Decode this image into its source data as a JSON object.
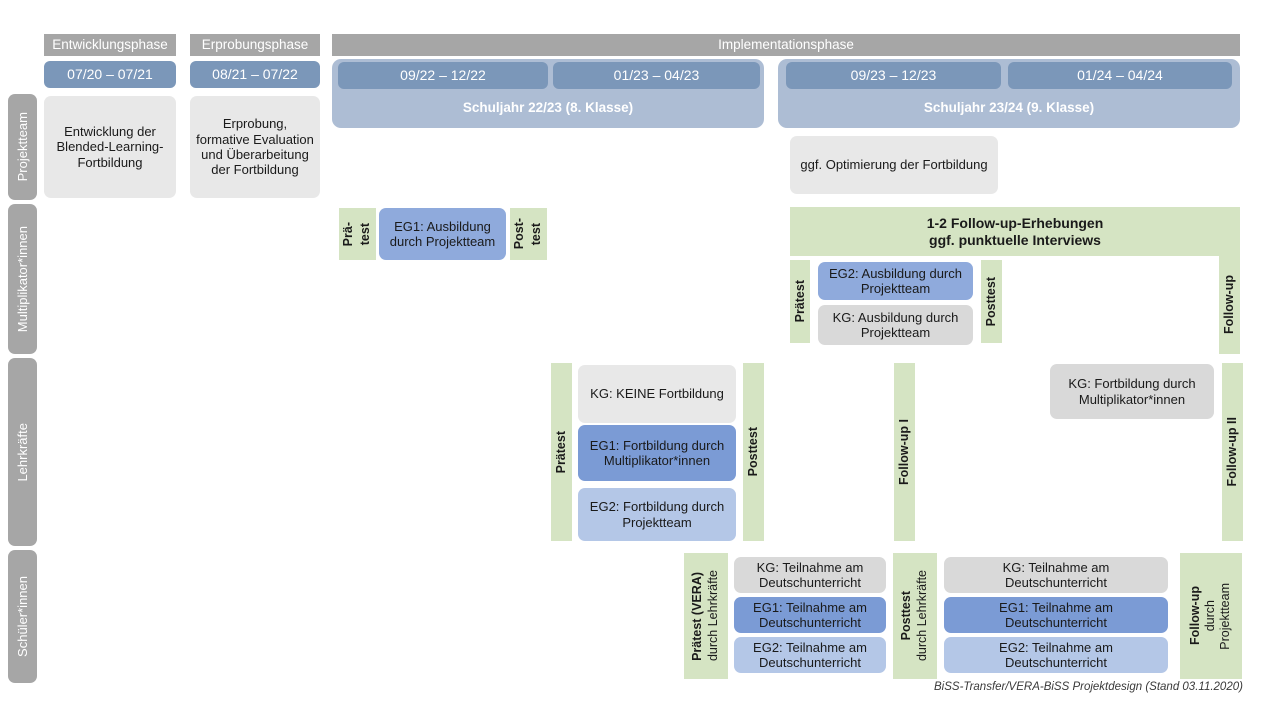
{
  "title": "BiSS-Transfer / VERA-BiSS Projektdesign",
  "colors": {
    "phase_caption": "#a6a6a6",
    "period_chip": "#7b97b9",
    "school_year": "#adbdd4",
    "row_label": "#a6a6a6",
    "green_strip": "#d5e4c3",
    "grey_card": "#e8e8e8",
    "grey_card_alt": "#d9d9d9",
    "blue_mid": "#8faadc",
    "blue_dark": "#7b9bd5",
    "blue_light": "#b4c7e7"
  },
  "phases": [
    {
      "caption": "Entwicklungsphase"
    },
    {
      "caption": "Erprobungsphase"
    },
    {
      "caption": "Implementationsphase"
    }
  ],
  "periods": [
    {
      "label": "07/20 – 07/21"
    },
    {
      "label": "08/21 – 07/22"
    },
    {
      "label": "09/22 – 12/22"
    },
    {
      "label": "01/23 – 04/23"
    },
    {
      "label": "09/23 – 12/23"
    },
    {
      "label": "01/24 – 04/24"
    }
  ],
  "school_years": [
    {
      "label": "Schuljahr 22/23 (8. Klasse)"
    },
    {
      "label": "Schuljahr 23/24 (9. Klasse)"
    }
  ],
  "row_labels": [
    {
      "label": "Projektteam"
    },
    {
      "label": "Multiplikator*innen"
    },
    {
      "label": "Lehrkräfte"
    },
    {
      "label": "Schüler*innen"
    }
  ],
  "projektteam": {
    "entwicklung": "Entwicklung der Blended-Learning-Fortbildung",
    "erprobung": "Erprobung, formative Evaluation und Überarbeitung der Fortbildung",
    "optimierung": "ggf. Optimierung der Fortbildung"
  },
  "multiplikator": {
    "praetest_line1": "Prä-",
    "praetest_line2": "test",
    "posttest_line1": "Post-",
    "posttest_line2": "test",
    "eg1": "EG1: Ausbildung durch Projektteam",
    "banner_line1": "1-2 Follow-up-Erhebungen",
    "banner_line2": "ggf. punktuelle Interviews",
    "praetest2": "Prätest",
    "posttest2": "Posttest",
    "followup": "Follow-up",
    "eg2": "EG2: Ausbildung durch Projektteam",
    "kg": "KG: Ausbildung durch Projektteam"
  },
  "lehrkraefte": {
    "praetest": "Prätest",
    "posttest": "Posttest",
    "followup_1": "Follow-up I",
    "followup_2": "Follow-up II",
    "kg_keine": "KG: KEINE Fortbildung",
    "eg1": "EG1: Fortbildung durch Multiplikator*innen",
    "eg2": "EG2: Fortbildung durch Projektteam",
    "kg_fortbildung": "KG: Fortbildung durch Multiplikator*innen"
  },
  "schueler": {
    "praetest_bold": "Prätest (VERA)",
    "praetest_sub": "durch Lehrkräfte",
    "posttest_bold": "Posttest",
    "posttest_sub": "durch Lehrkräfte",
    "followup_bold": "Follow-up",
    "followup_sub1": "durch",
    "followup_sub2": "Projektteam",
    "kg": "KG: Teilnahme am Deutschunterricht",
    "eg1": "EG1: Teilnahme am Deutschunterricht",
    "eg2": "EG2: Teilnahme am Deutschunterricht"
  },
  "footer": "BiSS-Transfer/VERA-BiSS Projektdesign (Stand 03.11.2020)"
}
